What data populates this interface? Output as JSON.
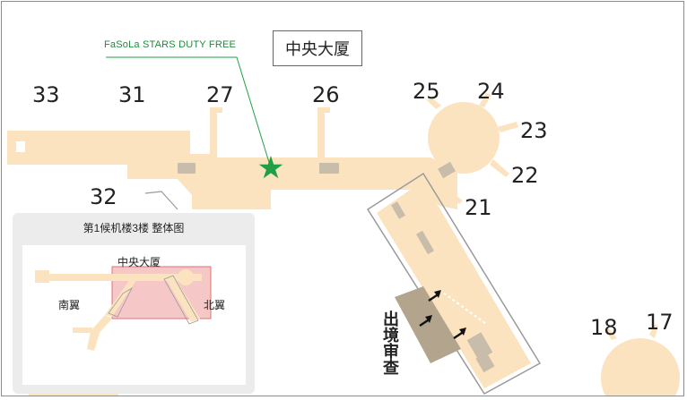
{
  "map": {
    "gates": [
      "33",
      "31",
      "27",
      "26",
      "25",
      "24",
      "23",
      "22",
      "21",
      "32",
      "18",
      "17"
    ],
    "central_building_label": "中央大厦",
    "shop_label": "FaSoLa STARS DUTY FREE",
    "emigration_label": "出境审查",
    "colors": {
      "concourse": "#fbe3c0",
      "kiosk": "#c8bcaa",
      "emigration_block": "#b2a48d",
      "marker_star": "#1fa045",
      "leader_line": "#1fa045",
      "highlight_fill": "#f6c7c7",
      "highlight_stroke": "#e07070"
    },
    "icons": [
      "star-marker-icon",
      "arrow-icon"
    ]
  },
  "inset": {
    "title": "第1候机楼3楼 整体图",
    "central_label": "中央大厦",
    "south_wing_label": "南翼",
    "north_wing_label": "北翼"
  }
}
